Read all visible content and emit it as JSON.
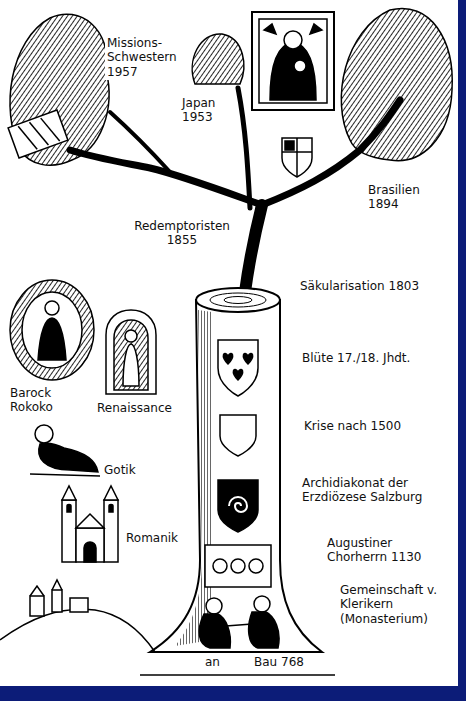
{
  "diagram": {
    "labels": [
      "Missions-Schwestern 1957",
      "Japan 1953",
      "Brasilien 1894",
      "Redemptoristen 1855",
      "Säkularisation 1803",
      "Blüte 17./18. Jhdt.",
      "Krise nach 1500",
      "Archidiakonat der Erzdiözese Salzburg",
      "Augustiner Chorherrn 1130",
      "Gemeinschaft v. Klerikern (Monasterium)",
      "Barock Rokoko",
      "Renaissance",
      "Gotik",
      "Romanik",
      "an",
      "Bau 768"
    ]
  }
}
